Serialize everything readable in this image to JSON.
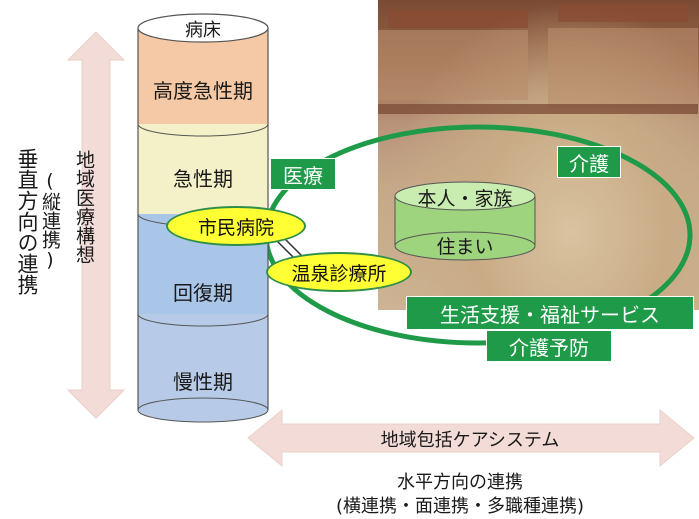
{
  "left_axis": {
    "primary": "垂直方向の連携",
    "secondary": "(縦連携)",
    "concept": "地域医療構想"
  },
  "cylinder": {
    "top": "病床",
    "segments": [
      "高度急性期",
      "急性期",
      "回復期",
      "慢性期"
    ],
    "colors": [
      "#f5c9a5",
      "#f4f1c8",
      "#a9c6e8",
      "#b7cbe8"
    ]
  },
  "hospitals": {
    "city_hospital": "市民病院",
    "onsen_clinic": "温泉診療所"
  },
  "ring_labels": {
    "medical": "医療",
    "care": "介護",
    "life_support": "生活支援・福祉サービス",
    "prevention": "介護予防"
  },
  "center": {
    "person": "本人・家族",
    "home": "住まい"
  },
  "bottom": {
    "system": "地域包括ケアシステム",
    "horizontal": "水平方向の連携",
    "horizontal_sub": "(横連携・面連携・多職種連携)"
  },
  "colors": {
    "green": "#1f9a48",
    "arrow": "#f3dcd7",
    "pill": "#ffff33"
  }
}
